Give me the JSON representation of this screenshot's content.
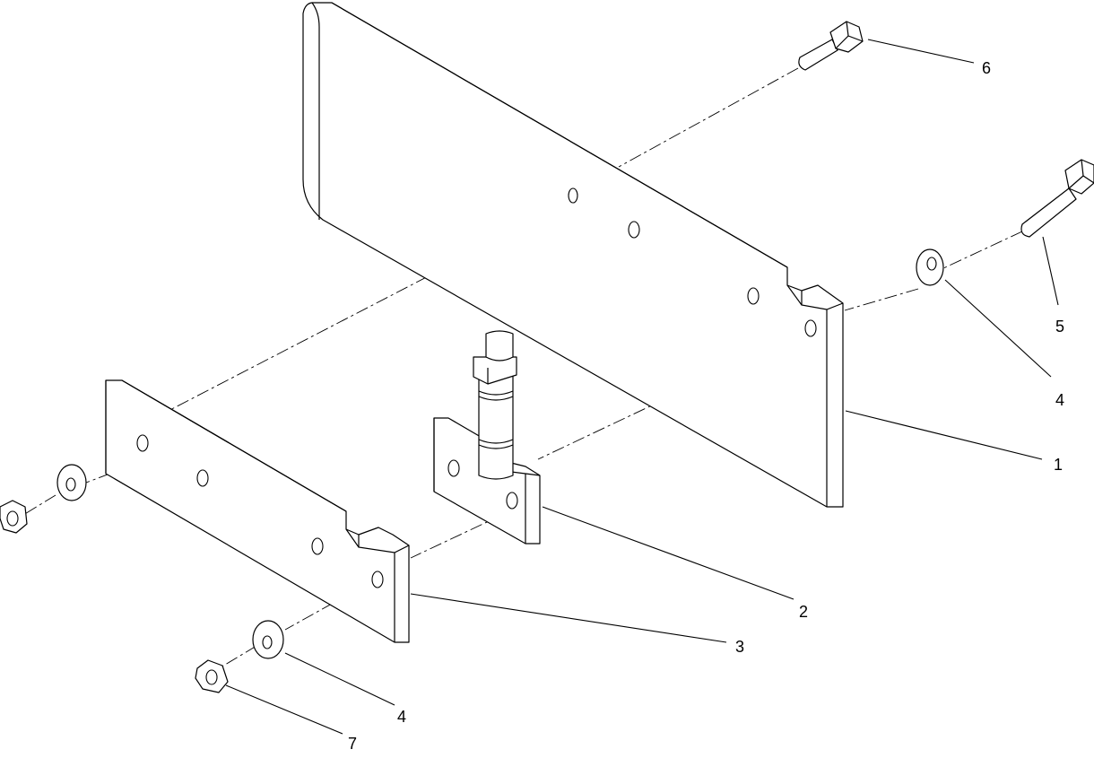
{
  "callouts": [
    {
      "id": "c6",
      "text": "6"
    },
    {
      "id": "c5",
      "text": "5"
    },
    {
      "id": "c4a",
      "text": "4"
    },
    {
      "id": "c1",
      "text": "1"
    },
    {
      "id": "c2",
      "text": "2"
    },
    {
      "id": "c3",
      "text": "3"
    },
    {
      "id": "c4b",
      "text": "4"
    },
    {
      "id": "c7",
      "text": "7"
    }
  ]
}
